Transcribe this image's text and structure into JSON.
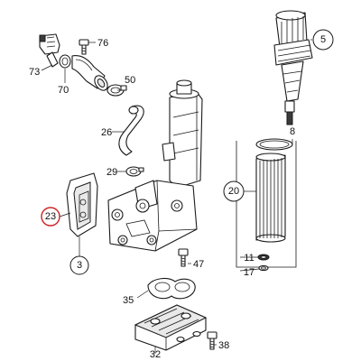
{
  "diagram": {
    "highlight_color": "#cc2222",
    "callouts": {
      "c3": "3",
      "c5": "5",
      "c8": "8",
      "c11": "11",
      "c17": "17",
      "c20": "20",
      "c23": "23",
      "c26": "26",
      "c29": "29",
      "c32": "32",
      "c35": "35",
      "c38": "38",
      "c47": "47",
      "c50": "50",
      "c70": "70",
      "c73": "73",
      "c76": "76"
    }
  }
}
